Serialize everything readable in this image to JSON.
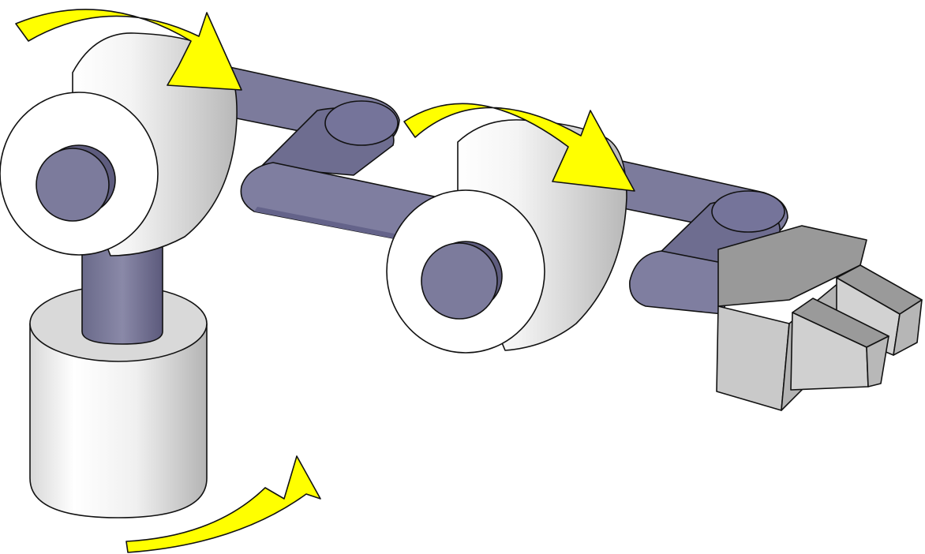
{
  "diagram": {
    "type": "robot-arm-illustration",
    "colors": {
      "background": "#ffffff",
      "link": "#7c7b9c",
      "link_dark": "#5c5a7c",
      "housing_light": "#ffffff",
      "housing_shade": "#b8b8b8",
      "gripper_light": "#cfcfcf",
      "gripper_mid": "#b9b9b9",
      "gripper_dark": "#9a9a9a",
      "arrow": "#ffff00",
      "outline": "#111111"
    },
    "parts": [
      "base-cylinder",
      "vertical-post",
      "shoulder-joint-housing",
      "upper-arm-link",
      "elbow-joint-housing",
      "forearm-link",
      "gripper-body",
      "gripper-finger-upper",
      "gripper-finger-lower"
    ],
    "rotation_arrows": [
      {
        "joint": "shoulder",
        "direction": "clockwise"
      },
      {
        "joint": "elbow",
        "direction": "clockwise"
      },
      {
        "joint": "base",
        "direction": "counterclockwise"
      }
    ]
  }
}
